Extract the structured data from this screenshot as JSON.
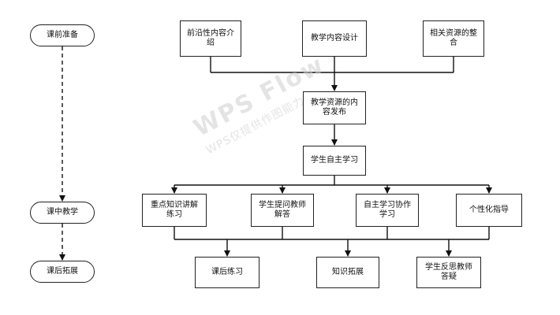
{
  "stages": {
    "pre": "课前准备",
    "in": "课中教学",
    "post": "课后拓展"
  },
  "top_row": {
    "frontier": "前沿性内容介绍",
    "design": "教学内容设计",
    "integrate": "相关资源的整合"
  },
  "publish": "教学资源的内容发布",
  "self_study": "学生自主学习",
  "middle_row": {
    "explain": "重点知识讲解练习",
    "qa": "学生提问教师解答",
    "collab": "自主学习协作学习",
    "guide": "个性化指导"
  },
  "bottom_row": {
    "exercise": "课后练习",
    "extend": "知识拓展",
    "reflect": "学生反思教师答疑"
  },
  "watermark": {
    "line1": "WPS Flow",
    "line2": "WPS仅提供作图能力"
  }
}
